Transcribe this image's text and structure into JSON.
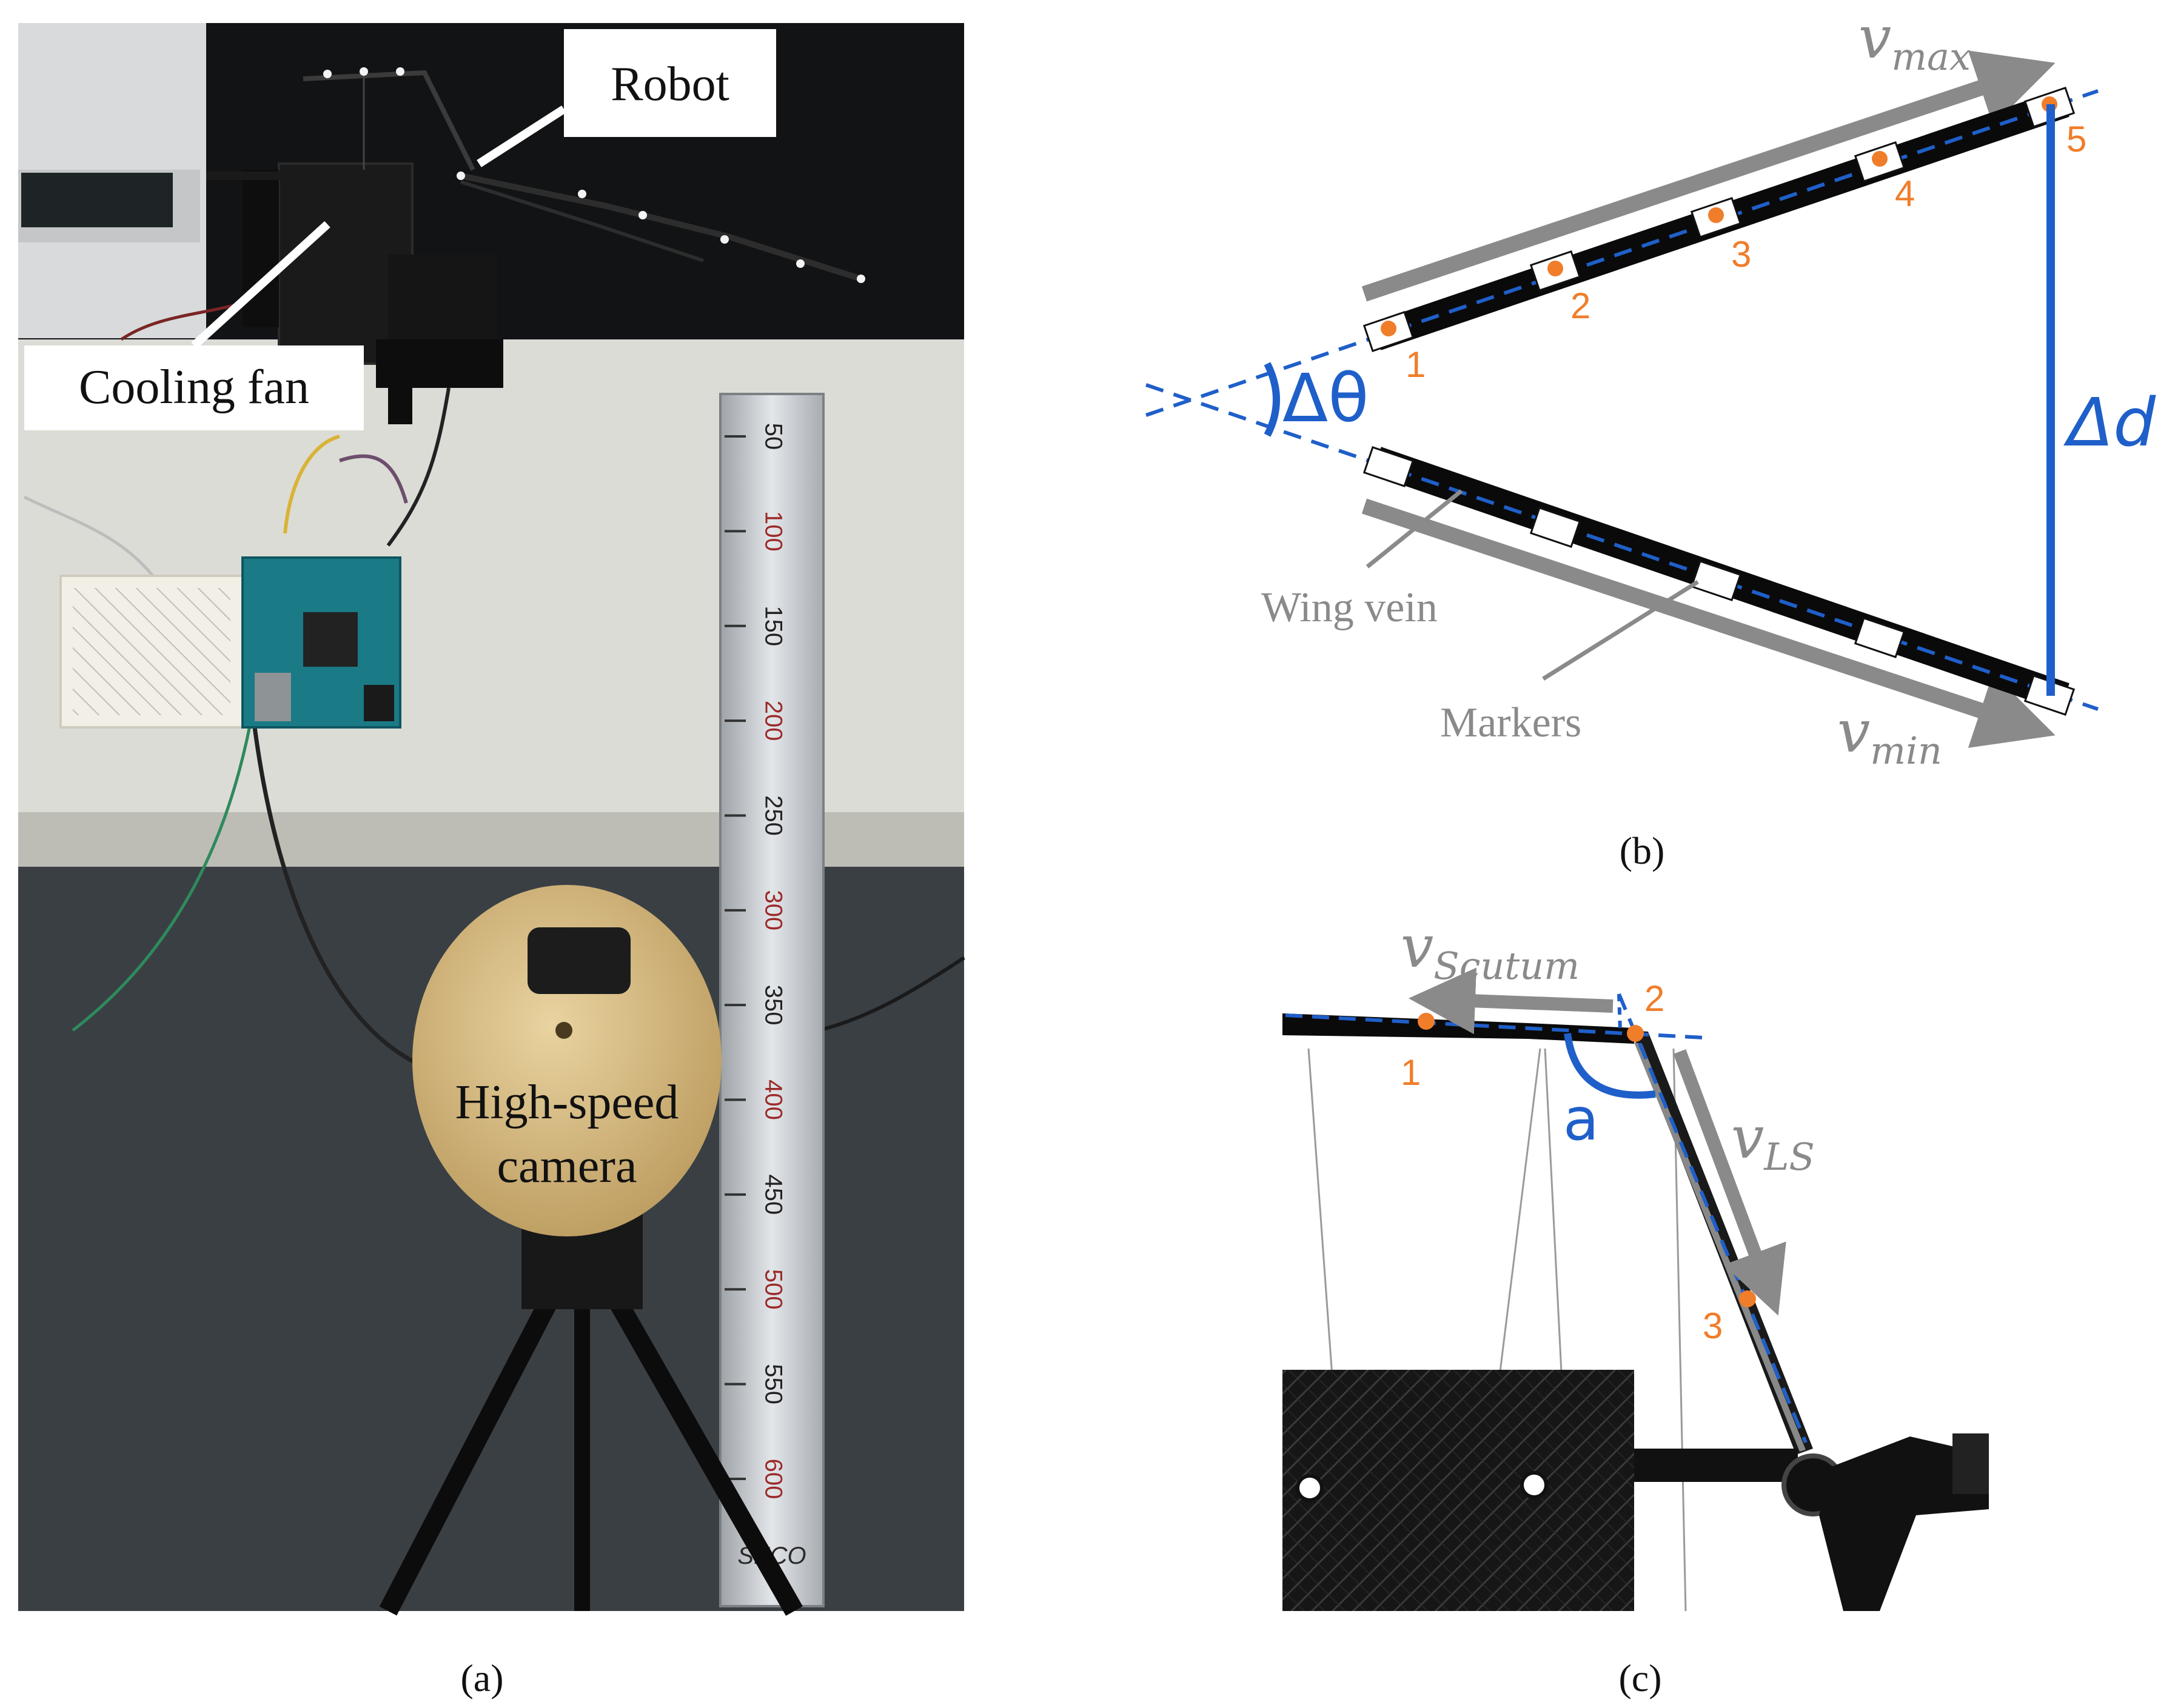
{
  "panels": {
    "a": {
      "label": "(a)"
    },
    "b": {
      "label": "(b)"
    },
    "c": {
      "label": "(c)"
    }
  },
  "photo_callouts": {
    "robot": "Robot",
    "cooling_fan": "Cooling fan",
    "camera_line1": "High-speed",
    "camera_line2": "camera"
  },
  "ruler": {
    "brand": "SECO",
    "ticks": [
      "50",
      "100",
      "150",
      "200",
      "250",
      "300",
      "350",
      "400",
      "450",
      "500",
      "550",
      "600"
    ]
  },
  "diagram_b": {
    "v_max": "v",
    "v_max_sub": "max",
    "v_min": "v",
    "v_min_sub": "min",
    "delta_theta": "Δθ",
    "delta_d": "Δd",
    "wing_vein": "Wing vein",
    "markers": "Markers",
    "marker_numbers": [
      "1",
      "2",
      "3",
      "4",
      "5"
    ]
  },
  "diagram_c": {
    "v_scutum": "v",
    "v_scutum_sub": "Scutum",
    "v_ls": "v",
    "v_ls_sub": "LS",
    "angle": "a",
    "marker_numbers": [
      "1",
      "2",
      "3"
    ]
  },
  "colors": {
    "accent_blue": "#1f5fc9",
    "marker_orange": "#f07d2a",
    "arrow_gray": "#8a8a8a"
  }
}
